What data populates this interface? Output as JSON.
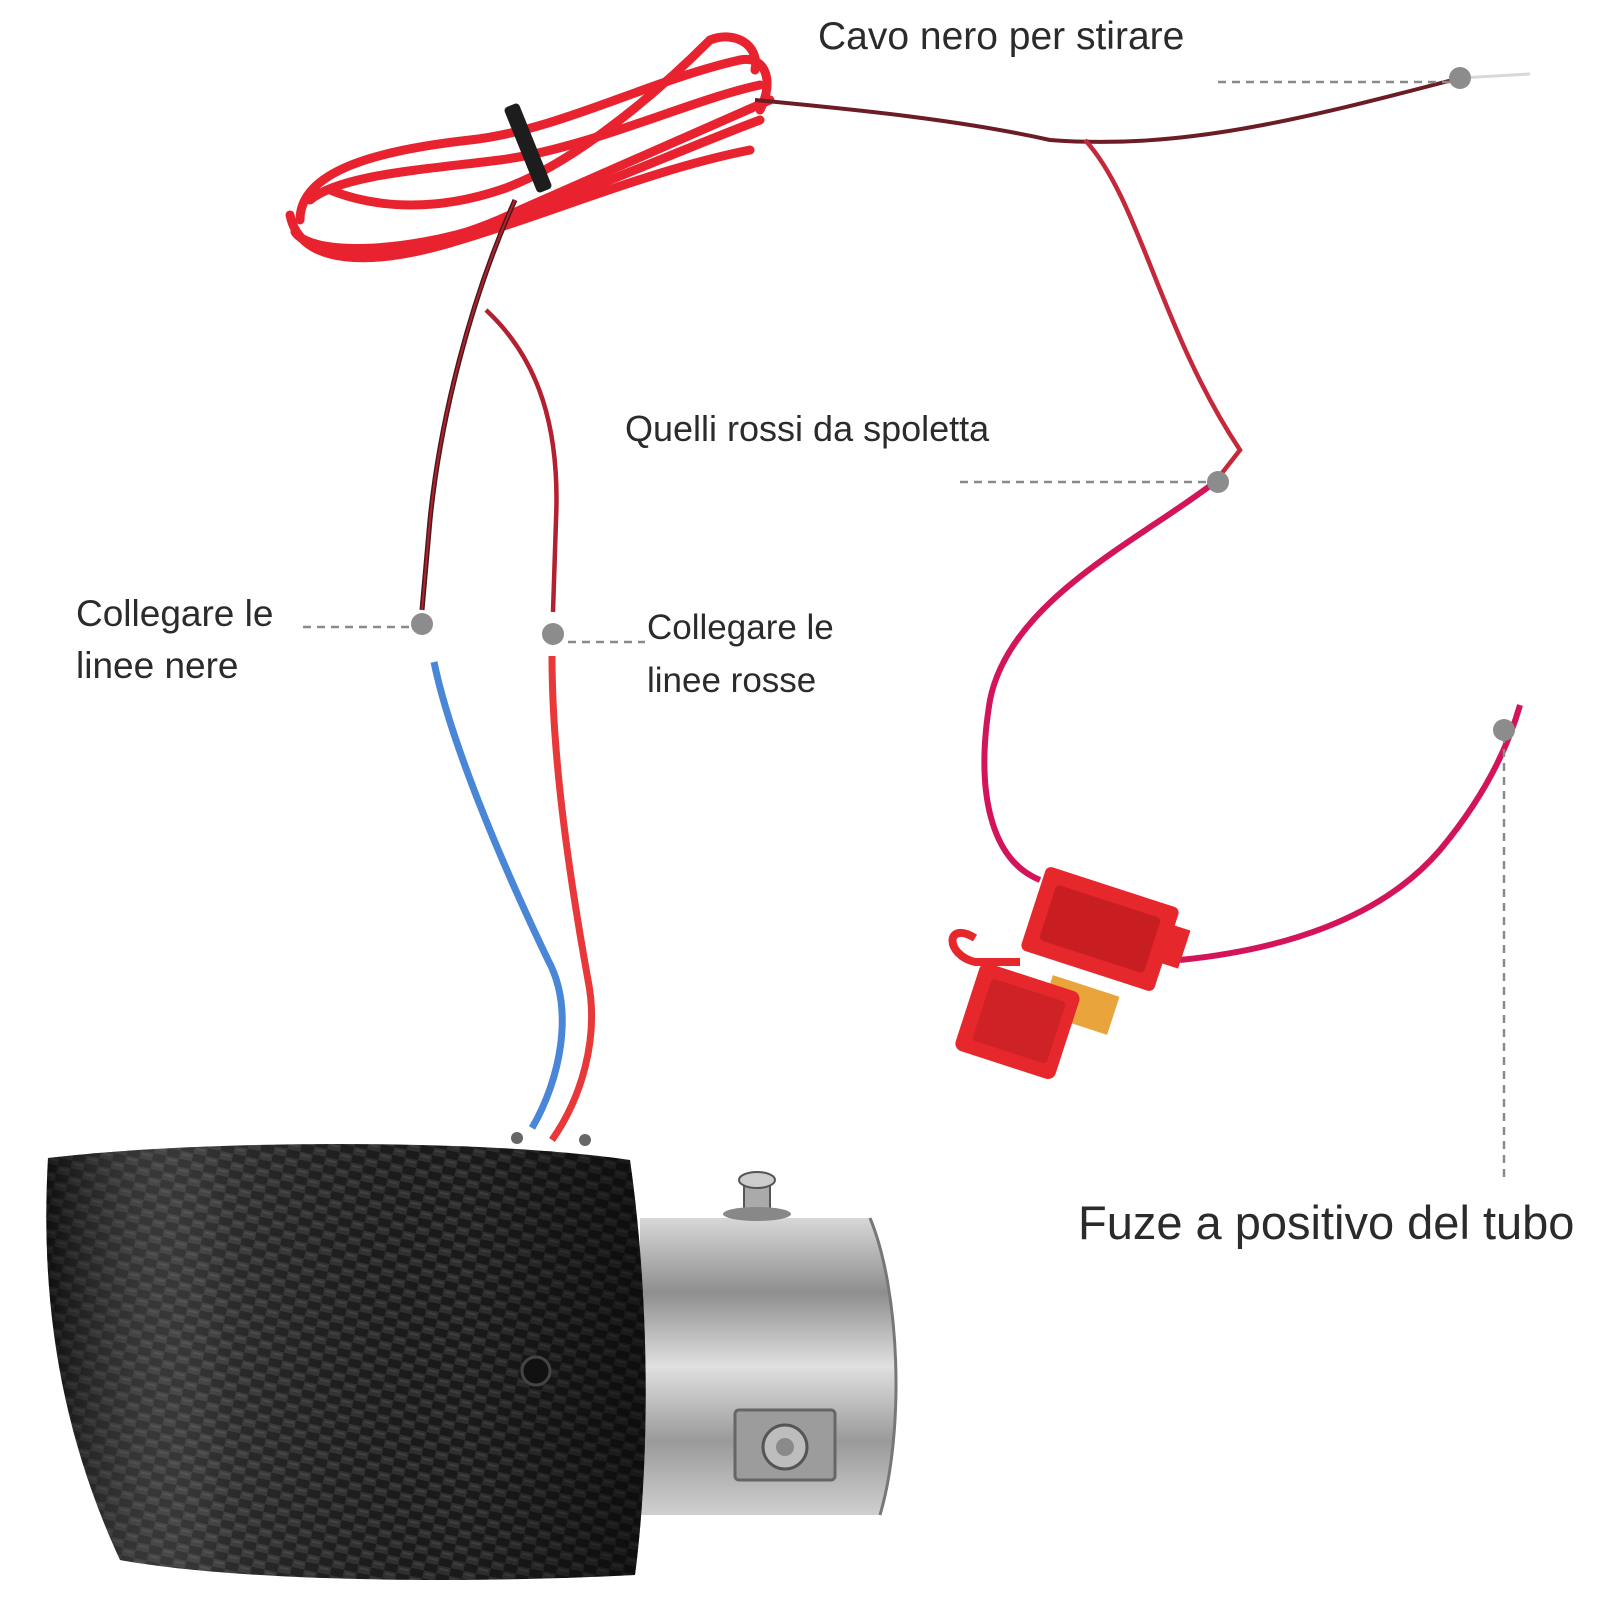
{
  "labels": {
    "black_ground_wire": "Cavo nero per stirare",
    "red_fuse_wires": "Quelli rossi da spoletta",
    "connect_black_line1": "Collegare le",
    "connect_black_line2": "linee nere",
    "connect_red_line1": "Collegare le",
    "connect_red_line2": "linee rosse",
    "fuse_positive": "Fuze a positivo del tubo"
  },
  "colors": {
    "wire_red": "#e8232f",
    "wire_dark": "#4a1a1a",
    "wire_blue": "#4a86d8",
    "wire_magenta": "#d4145a",
    "fuse_red": "#e6272b",
    "carbon": "#1c1c1c",
    "steel": "#a8a8a8",
    "leader": "#8a8a8a",
    "dot": "#8c8c8c",
    "text": "#2b2b2b"
  },
  "icons": [
    "exhaust-tip-icon",
    "fuse-holder-icon",
    "wire-coil-icon",
    "clamp-bolt-icon"
  ]
}
